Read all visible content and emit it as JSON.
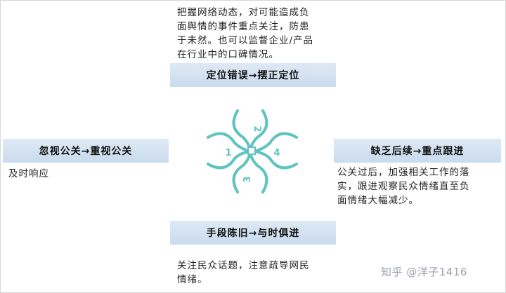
{
  "top": {
    "label": "定位错误→摆正定位",
    "description": "把握网络动态，对可能造成负\n面舆情的事件重点关注，防患\n于未然。也可以监督企业/产品\n在行业中的口碑情况。"
  },
  "left": {
    "label": "忽视公关→重视公关",
    "description": "及时响应"
  },
  "right": {
    "label": "缺乏后续→重点跟进",
    "description": "公关过后，加强相关工作的落\n实，跟进观察民众情绪直至负\n面情绪大幅减少。"
  },
  "bottom": {
    "label": "手段陈旧→与时俱进",
    "description": "关注民众话题，注意疏导网民\n情绪。"
  },
  "center": {
    "numbers": [
      "1",
      "2",
      "3",
      "4"
    ],
    "accent_color": "#5fc3be"
  },
  "watermark": "知乎 @洋子1416"
}
